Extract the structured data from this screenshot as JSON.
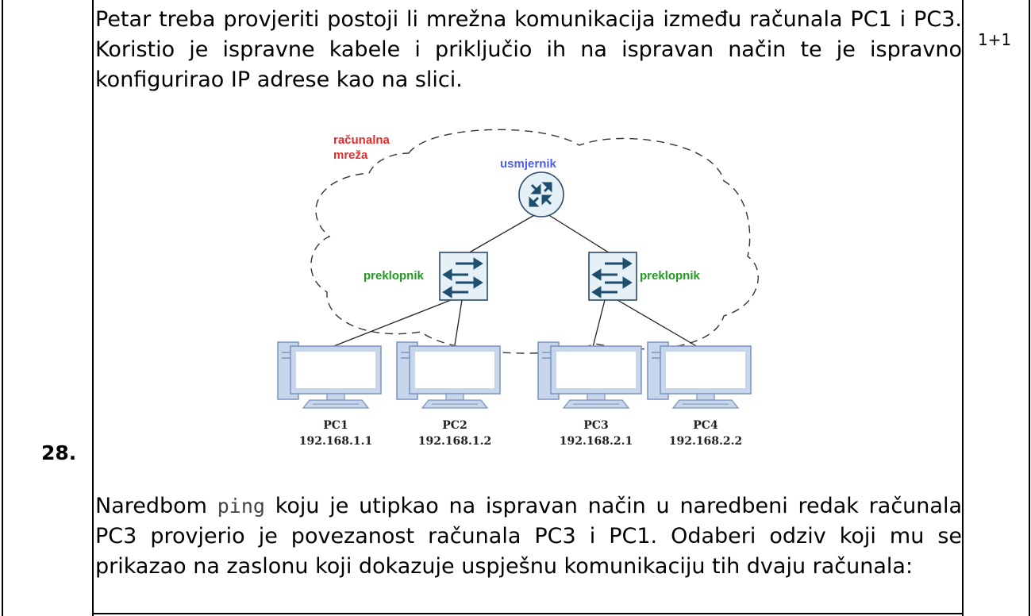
{
  "question": {
    "number": "28.",
    "points": "1+1",
    "intro": "Petar treba provjeriti postoji li mrežna komunikacija između računala PC1 i PC3. Koristio je ispravne kabele i priključio ih na ispravan način te je ispravno konfigurirao IP adrese kao na slici.",
    "body_before": "Naredbom ",
    "command": "ping",
    "body_after": " koju je utipkao na ispravan način u naredbeni redak računala PC3 provjerio je povezanost računala PC3 i PC1. Odaberi odziv koji mu se prikazao na zaslonu koji dokazuje uspješnu komunikaciju tih dvaju računala:"
  },
  "diagram": {
    "cloud_label_line1": "računalna",
    "cloud_label_line2": "mreža",
    "router_label": "usmjernik",
    "switch_left_label": "preklopnik",
    "switch_right_label": "preklopnik",
    "pcs": [
      {
        "name": "PC1",
        "ip": "192.168.1.1"
      },
      {
        "name": "PC2",
        "ip": "192.168.1.2"
      },
      {
        "name": "PC3",
        "ip": "192.168.2.1"
      },
      {
        "name": "PC4",
        "ip": "192.168.2.2"
      }
    ],
    "colors": {
      "cloud_label": "#e32d2d",
      "router_label": "#4b5ef0",
      "switch_label": "#1f9b1f",
      "device_fill": "#e6f0f7",
      "device_stroke": "#2b4a6b",
      "pc_fill": "#c7d6ea",
      "pc_stroke": "#7a93bf"
    }
  }
}
